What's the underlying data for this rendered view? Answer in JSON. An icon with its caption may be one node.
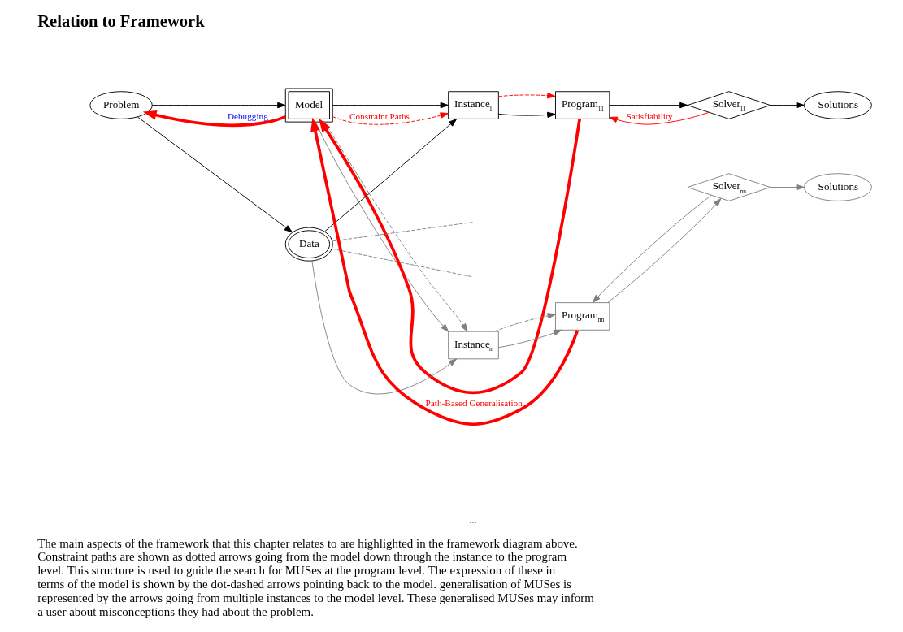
{
  "diagram": {
    "title": "Relation to Framework",
    "caption": "The main aspects of the framework that this chapter relates to are highlighted in the framework diagram above. Constraint paths are shown as dotted arrows going from the model down through the instance to the program level. This structure is used to guide the search for MUSes at the program level. The expression of these in terms of the model is shown by the dot-dashed arrows pointing back to the model. generalisation of MUSes is represented by the arrows going from multiple instances to the model level. These generalised MUSes may inform a user about misconceptions they had about the problem.",
    "nodes": [
      {
        "text": [
          "Problem"
        ]
      },
      {
        "text": [
          "Model"
        ]
      },
      {
        "text": [
          "Instance$_{1}$"
        ]
      },
      {
        "text": [
          "Program$_{11}$"
        ]
      },
      {
        "text": [
          "Solver$_{11}$"
        ]
      },
      {
        "text": [
          "Solutions"
        ]
      },
      {
        "text": [
          "Data"
        ]
      },
      {
        "text": [
          "Instance$_{n}$"
        ]
      },
      {
        "text": [
          "Program$_{nn}$"
        ]
      },
      {
        "text": [
          "Solver$_{nn}$"
        ]
      },
      {
        "text": [
          "Solutions"
        ]
      }
    ],
    "edges": [
      {
        "from": 0,
        "to": 1,
        "arrow": "to",
        "color": "#000000"
      },
      {
        "from": 0,
        "to": 6,
        "arrow": "to",
        "color": "#000000"
      },
      {
        "from": 1,
        "to": 2,
        "arrow": "to",
        "color": "#000000"
      },
      {
        "from": 1,
        "to": 2,
        "arrow": "to",
        "style": "dashed",
        "color": "#ff0000",
        "label": "Constraint Paths"
      },
      {
        "from": 2,
        "to": 3,
        "arrow": "to",
        "color": "#000000"
      },
      {
        "from": 2,
        "to": 3,
        "arrow": "to",
        "style": "dashed",
        "color": "#ff0000"
      },
      {
        "from": 3,
        "to": 4,
        "arrow": "to",
        "color": "#000000"
      },
      {
        "from": 4,
        "to": 5,
        "arrow": "to",
        "color": "#000000"
      },
      {
        "from": 4,
        "to": 3,
        "arrow": "to",
        "color": "#ff0000",
        "label": "Satisfiability"
      },
      {
        "from": 1,
        "to": 0,
        "arrow": "to",
        "style": "thick",
        "color": "#ff0000",
        "label": "Debugging"
      },
      {
        "from": 3,
        "to": 1,
        "arrow": "to",
        "style": "thick",
        "color": "#ff0000"
      },
      {
        "from": 6,
        "to": 2,
        "arrow": "to",
        "color": "#000000"
      },
      {
        "from": 1,
        "to": 7,
        "arrow": "to",
        "color": "#808080"
      },
      {
        "from": 1,
        "to": 7,
        "arrow": "to",
        "style": "dashed",
        "color": "#808080"
      },
      {
        "from": 6,
        "to": 7,
        "arrow": "to",
        "color": "#808080"
      },
      {
        "from": 6,
        "to": null,
        "arrow": "none",
        "style": "dashed",
        "color": "#808080"
      },
      {
        "from": 6,
        "to": null,
        "arrow": "none",
        "style": "dashed",
        "color": "#808080"
      },
      {
        "from": 7,
        "to": 8,
        "arrow": "to",
        "color": "#808080"
      },
      {
        "from": 7,
        "to": 8,
        "arrow": "to",
        "style": "dashed",
        "color": "#808080"
      },
      {
        "from": 8,
        "to": 9,
        "arrow": "to",
        "color": "#808080"
      },
      {
        "from": 9,
        "to": 8,
        "arrow": "to",
        "color": "#808080"
      },
      {
        "from": 9,
        "to": 10,
        "arrow": "to",
        "color": "#808080"
      },
      {
        "from": 8,
        "to": 1,
        "arrow": "to",
        "style": "thick",
        "color": "#ff0000",
        "label": "Path-Based Generalisation"
      }
    ],
    "labels": [
      "..."
    ]
  }
}
